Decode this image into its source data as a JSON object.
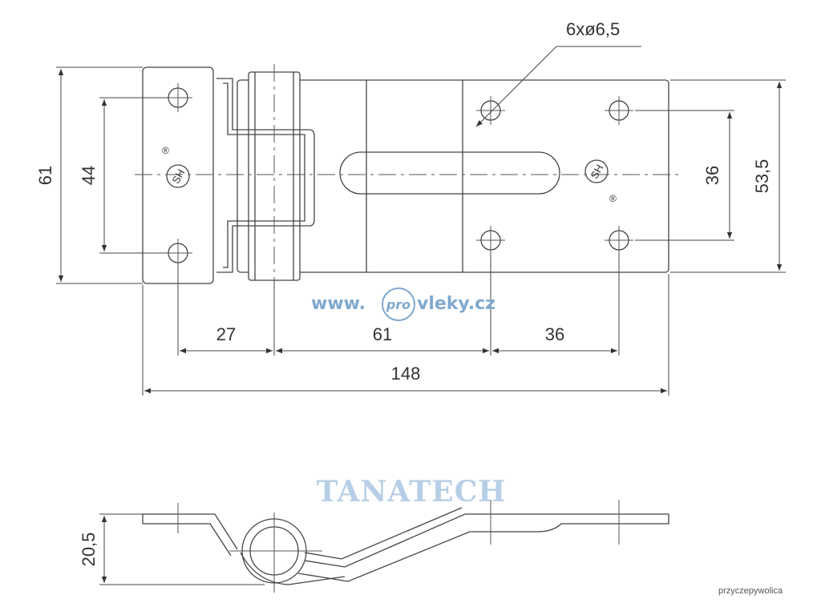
{
  "drawing": {
    "hole_callout": "6xø6,5",
    "dims": {
      "overall_height": "61",
      "hole_spacing_left": "44",
      "hole_spacing_right": "36",
      "plate_height": "53,5",
      "seg1": "27",
      "seg2": "61",
      "seg3": "36",
      "overall_length": "148",
      "profile_height": "20,5"
    },
    "logo_registered": "®",
    "logo_mark": "SH"
  },
  "watermarks": {
    "site_prefix": "www.",
    "site_circle": "pro",
    "site_suffix": "vleky.cz",
    "brand": "TANATECH",
    "credit": "przyczepywolica"
  },
  "colors": {
    "line": "#444444",
    "dim": "#333333",
    "watermark_blue": "#7fa9cf"
  }
}
